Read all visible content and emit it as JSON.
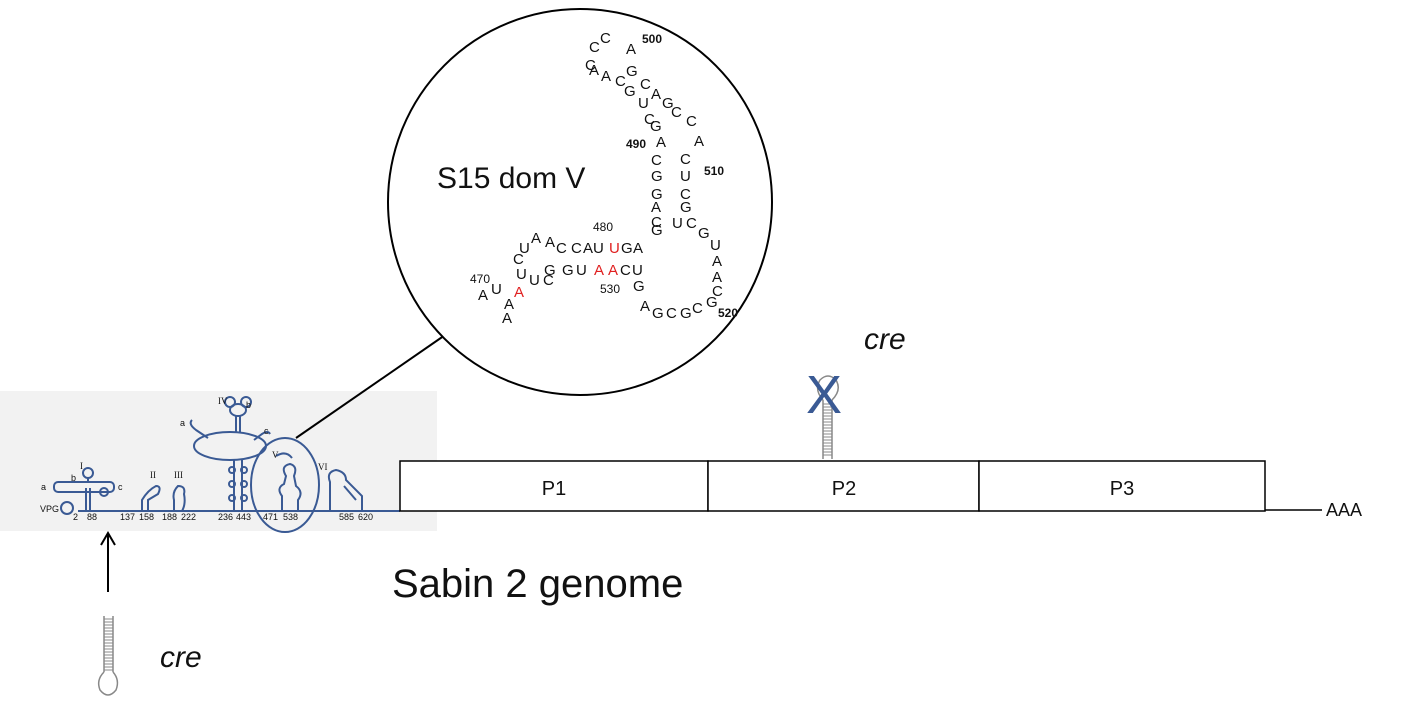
{
  "inset_title": "S15 dom V",
  "genome_title": "Sabin 2 genome",
  "segments": [
    "P1",
    "P2",
    "P3"
  ],
  "polya": "AAA",
  "cre_top": "cre",
  "cre_bottom": "cre",
  "mark_x": "X",
  "colors": {
    "structure_blue": "#3a5a94",
    "red_nt": "#e02020",
    "panel_gray": "#f2f2f2"
  },
  "utr": {
    "domains": [
      "I",
      "II",
      "III",
      "IV",
      "V",
      "VI"
    ],
    "subloops": [
      "a",
      "b",
      "c",
      "a",
      "b",
      "c"
    ],
    "vpg": "VPG",
    "positions": [
      "2",
      "88",
      "137",
      "158",
      "188",
      "222",
      "236",
      "443",
      "471",
      "538",
      "585",
      "620"
    ]
  },
  "nucleotides": [
    {
      "t": "C"
    },
    {
      "t": "C"
    },
    {
      "t": "A"
    },
    {
      "t": "C"
    },
    {
      "t": "A"
    },
    {
      "t": "A"
    },
    {
      "t": "C"
    },
    {
      "t": "G"
    },
    {
      "t": "U"
    },
    {
      "t": "C"
    },
    {
      "t": "G"
    },
    {
      "t": "A"
    },
    {
      "t": "G"
    },
    {
      "t": "C"
    },
    {
      "t": "A"
    },
    {
      "t": "G"
    },
    {
      "t": "C"
    },
    {
      "t": "C"
    },
    {
      "t": "A"
    },
    {
      "t": "C"
    },
    {
      "t": "G"
    },
    {
      "t": "G"
    },
    {
      "t": "A"
    },
    {
      "t": "C"
    },
    {
      "t": "G"
    },
    {
      "t": "C"
    },
    {
      "t": "U"
    },
    {
      "t": "C"
    },
    {
      "t": "G"
    },
    {
      "t": "U"
    },
    {
      "t": "C"
    },
    {
      "t": "G"
    },
    {
      "t": "U"
    },
    {
      "t": "A"
    },
    {
      "t": "A"
    },
    {
      "t": "C"
    },
    {
      "t": "G"
    },
    {
      "t": "C"
    },
    {
      "t": "G"
    },
    {
      "t": "C"
    },
    {
      "t": "G"
    },
    {
      "t": "A"
    },
    {
      "t": "U"
    },
    {
      "t": "A"
    },
    {
      "t": "A"
    },
    {
      "t": "C"
    },
    {
      "t": "C"
    },
    {
      "t": "A"
    },
    {
      "t": "U"
    },
    {
      "t": "U",
      "red": true
    },
    {
      "t": "G"
    },
    {
      "t": "A"
    },
    {
      "t": "G"
    },
    {
      "t": "G"
    },
    {
      "t": "U"
    },
    {
      "t": "A",
      "red": true
    },
    {
      "t": "A",
      "red": true
    },
    {
      "t": "C"
    },
    {
      "t": "U"
    },
    {
      "t": "G"
    },
    {
      "t": "C"
    },
    {
      "t": "U"
    },
    {
      "t": "U"
    },
    {
      "t": "C"
    },
    {
      "t": "A"
    },
    {
      "t": "U"
    },
    {
      "t": "A",
      "red": true
    },
    {
      "t": "A"
    },
    {
      "t": "A"
    }
  ],
  "position_marks": [
    {
      "t": "500",
      "bold": true
    },
    {
      "t": "490",
      "bold": true
    },
    {
      "t": "510",
      "bold": true
    },
    {
      "t": "480",
      "bold": false
    },
    {
      "t": "470",
      "bold": false
    },
    {
      "t": "530",
      "bold": false
    },
    {
      "t": "520",
      "bold": true
    }
  ]
}
